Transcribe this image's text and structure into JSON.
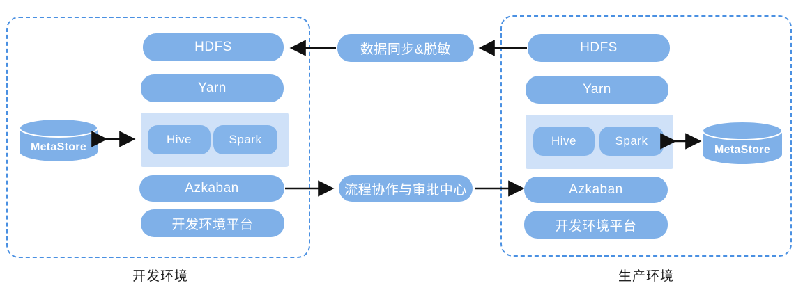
{
  "diagram": {
    "title_dev": "开发环境",
    "title_prod": "生产环境",
    "environments": [
      {
        "id": "dev",
        "caption": "开发环境",
        "metastore": "MetaStore",
        "components": [
          {
            "id": "hdfs",
            "label": "HDFS"
          },
          {
            "id": "yarn",
            "label": "Yarn"
          },
          {
            "id": "hive",
            "label": "Hive"
          },
          {
            "id": "spark",
            "label": "Spark"
          },
          {
            "id": "azkaban",
            "label": "Azkaban"
          },
          {
            "id": "platform",
            "label": "开发环境平台"
          }
        ]
      },
      {
        "id": "prod",
        "caption": "生产环境",
        "metastore": "MetaStore",
        "components": [
          {
            "id": "hdfs",
            "label": "HDFS"
          },
          {
            "id": "yarn",
            "label": "Yarn"
          },
          {
            "id": "hive",
            "label": "Hive"
          },
          {
            "id": "spark",
            "label": "Spark"
          },
          {
            "id": "azkaban",
            "label": "Azkaban"
          },
          {
            "id": "platform",
            "label": "开发环境平台"
          }
        ]
      }
    ],
    "connectors": [
      {
        "id": "sync",
        "label": "数据同步&脱敏",
        "from": "prod-hdfs",
        "to": "dev-hdfs",
        "direction": "right-to-left"
      },
      {
        "id": "workflow",
        "label": "流程协作与审批中心",
        "from": "dev-azkaban",
        "to": "prod-azkaban",
        "direction": "left-to-right"
      }
    ],
    "links": [
      {
        "id": "dev-metastore-link",
        "from": "metastore-dev",
        "to": "dev-engines",
        "direction": "bidirectional"
      },
      {
        "id": "prod-metastore-link",
        "from": "prod-engines",
        "to": "metastore-prod",
        "direction": "bidirectional"
      }
    ],
    "colors": {
      "component_fill": "#7fb0e8",
      "engine_panel_fill": "#cfe1f8",
      "frame_border": "#4a90e2",
      "arrow": "#111111",
      "component_text": "#ffffff",
      "caption_text": "#222222",
      "background": "#ffffff"
    }
  }
}
